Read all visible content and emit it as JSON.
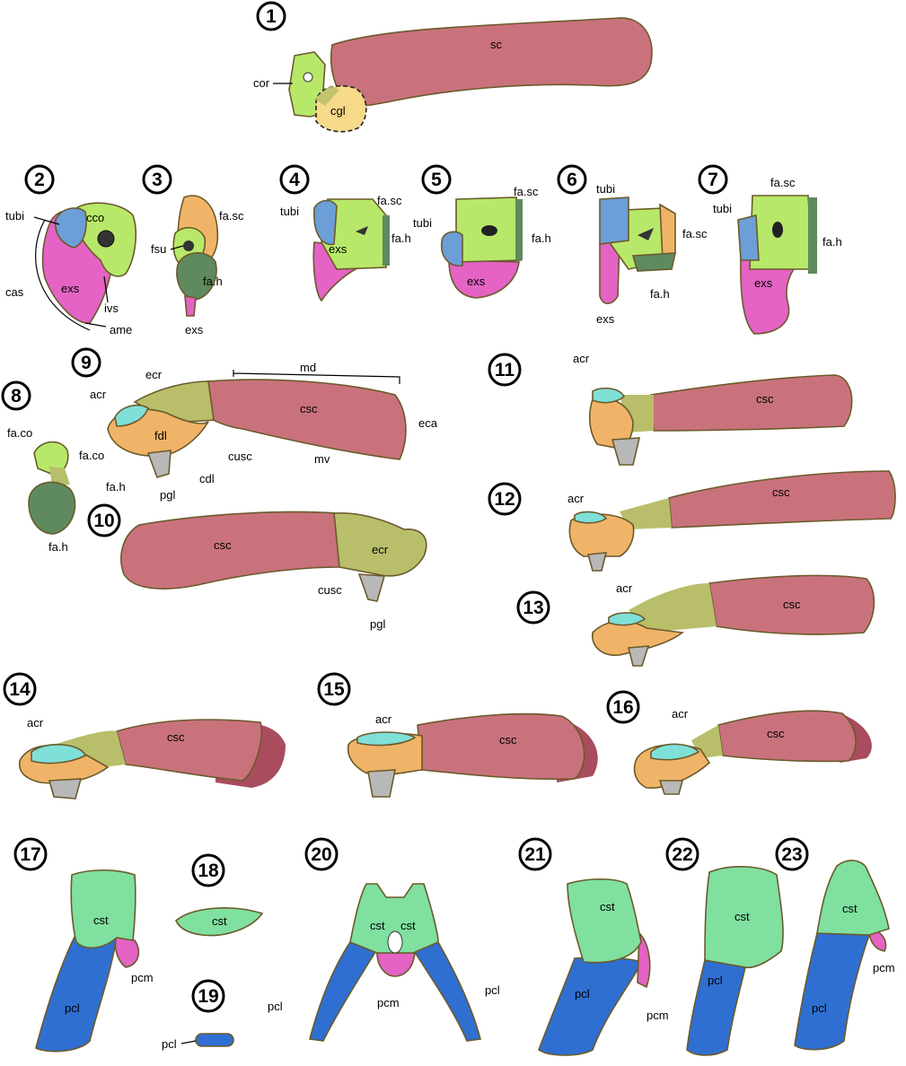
{
  "colors": {
    "scapula": "#c9727c",
    "scapula_dark": "#a84c5e",
    "coracoid": "#b8e86a",
    "tuberosity": "#6c9ed8",
    "expansion": "#e463c4",
    "glenoid_cartilage": "#f7d98a",
    "humeral_facet": "#5f8a5f",
    "scapular_facet": "#f0b468",
    "acromion": "#7fe0d8",
    "olive": "#b8be6a",
    "procoracoid_gray": "#b8b8b8",
    "clavicle": "#2f6fd1",
    "sternum": "#7fe0a0"
  },
  "figures": [
    {
      "id": "1",
      "number": "1"
    },
    {
      "id": "2",
      "number": "2"
    },
    {
      "id": "3",
      "number": "3"
    },
    {
      "id": "4",
      "number": "4"
    },
    {
      "id": "5",
      "number": "5"
    },
    {
      "id": "6",
      "number": "6"
    },
    {
      "id": "7",
      "number": "7"
    },
    {
      "id": "8",
      "number": "8"
    },
    {
      "id": "9",
      "number": "9"
    },
    {
      "id": "10",
      "number": "10"
    },
    {
      "id": "11",
      "number": "11"
    },
    {
      "id": "12",
      "number": "12"
    },
    {
      "id": "13",
      "number": "13"
    },
    {
      "id": "14",
      "number": "14"
    },
    {
      "id": "15",
      "number": "15"
    },
    {
      "id": "16",
      "number": "16"
    },
    {
      "id": "17",
      "number": "17"
    },
    {
      "id": "18",
      "number": "18"
    },
    {
      "id": "19",
      "number": "19"
    },
    {
      "id": "20",
      "number": "20"
    },
    {
      "id": "21",
      "number": "21"
    },
    {
      "id": "22",
      "number": "22"
    },
    {
      "id": "23",
      "number": "23"
    }
  ],
  "labels": {
    "sc": "sc",
    "cor": "cor",
    "cgl": "cgl",
    "tubi": "tubi",
    "cco": "cco",
    "fsu": "fsu",
    "cas": "cas",
    "exs": "exs",
    "ivs": "ivs",
    "ame": "ame",
    "fa_sc": "fa.sc",
    "fa_h": "fa.h",
    "fa_co": "fa.co",
    "ecr": "ecr",
    "acr": "acr",
    "md": "md",
    "csc": "csc",
    "eca": "eca",
    "fdl": "fdl",
    "cdl": "cdl",
    "cusc": "cusc",
    "mv": "mv",
    "pgl": "pgl",
    "cst": "cst",
    "pcm": "pcm",
    "pcl": "pcl"
  }
}
